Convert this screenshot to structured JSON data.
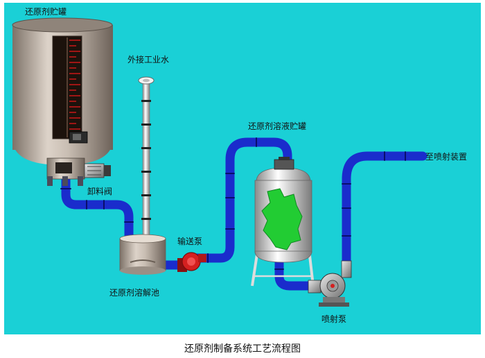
{
  "diagram": {
    "labels": {
      "storage_tank": "还原剂贮罐",
      "external_water": "外接工业水",
      "discharge_valve": "卸料阀",
      "solution_tank": "还原剂溶液贮罐",
      "to_injection": "至喷射装置",
      "transfer_pump": "输送泵",
      "dissolving_pool": "还原剂溶解池",
      "injection_pump": "喷射泵"
    },
    "caption": "还原剂制备系统工艺流程图"
  },
  "colors": {
    "background": "#1ad0d6",
    "pipe": "#1a2ccc",
    "pipe_joint": "#0a0f6a",
    "water_pipe": "#f2f2f2",
    "tank_body": "#b8aca0",
    "pump_red": "#d42020",
    "liquid_green": "#22cc33"
  }
}
